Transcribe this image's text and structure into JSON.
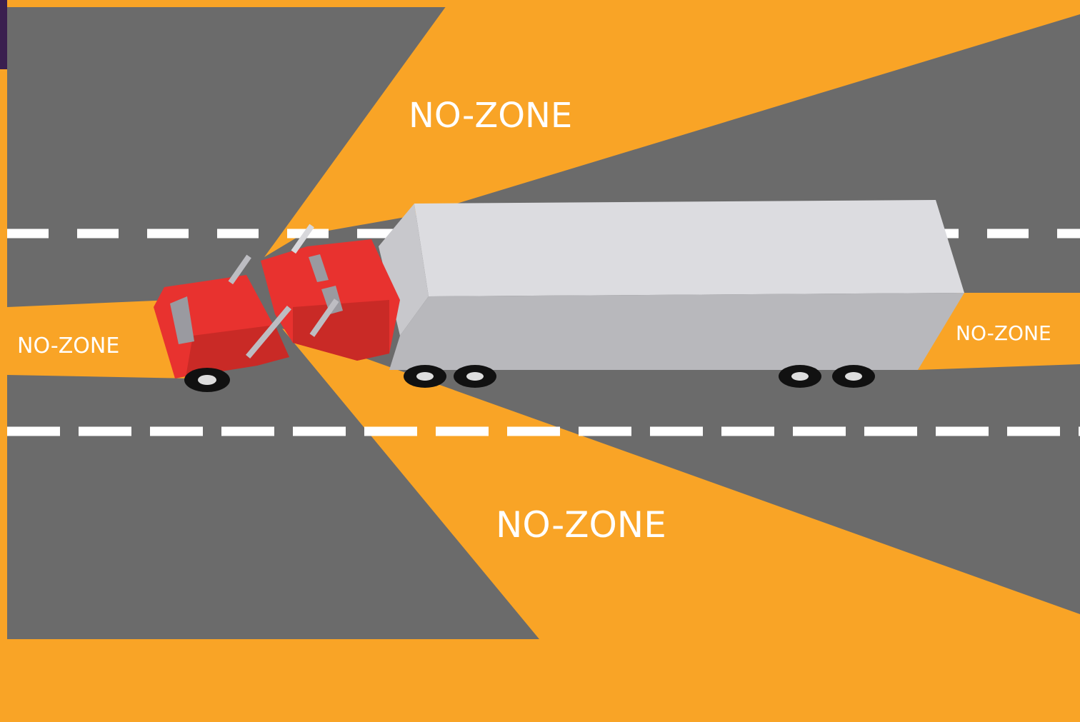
{
  "labels": {
    "top": "NO-ZONE",
    "front": "NO-ZONE",
    "rear": "NO-ZONE",
    "bottom": "NO-ZONE"
  },
  "colors": {
    "road": "#6b6b6b",
    "zone": "#f9a426",
    "lane_marking": "#ffffff",
    "cab": "#e8322f",
    "trailer": "#d8d8dc",
    "corner_accent": "#3a1f4f"
  }
}
